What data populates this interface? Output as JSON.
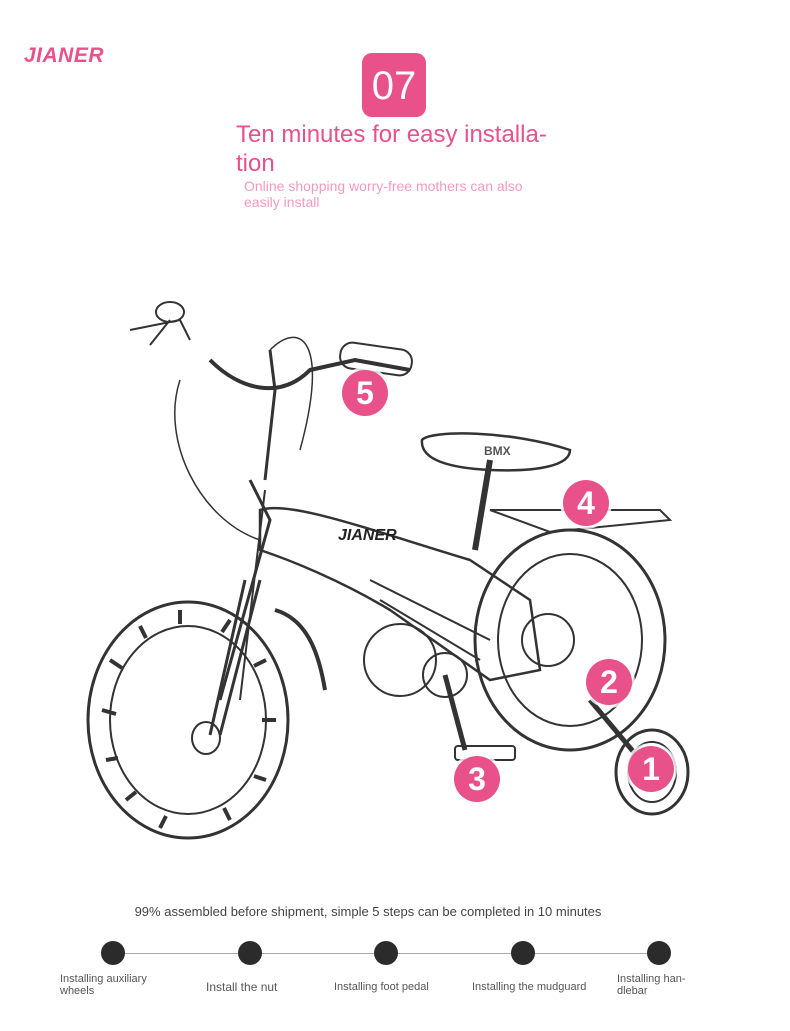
{
  "brand": {
    "logo_text": "JIANER",
    "frame_text": "JIANER",
    "seat_text": "BMX",
    "color": "#e8518a"
  },
  "header": {
    "step_number": "07",
    "title": "Ten minutes for easy installa-tion",
    "title_line1": "Ten minutes for easy installa-",
    "title_line2": "tion",
    "subtitle_line1": "Online shopping worry-free mothers can also",
    "subtitle_line2": "easily install"
  },
  "markers": [
    "5",
    "4",
    "2",
    "3",
    "1"
  ],
  "footer": {
    "note": "99% assembled before shipment, simple 5 steps can be completed in 10 minutes",
    "steps": [
      {
        "line1": "Installing auxiliary",
        "line2": "wheels"
      },
      {
        "line1": "Install the nut",
        "line2": ""
      },
      {
        "line1": "Installing foot pedal",
        "line2": ""
      },
      {
        "line1": "Installing the mudguard",
        "line2": ""
      },
      {
        "line1": "Installing han-",
        "line2": "dlebar"
      }
    ]
  }
}
